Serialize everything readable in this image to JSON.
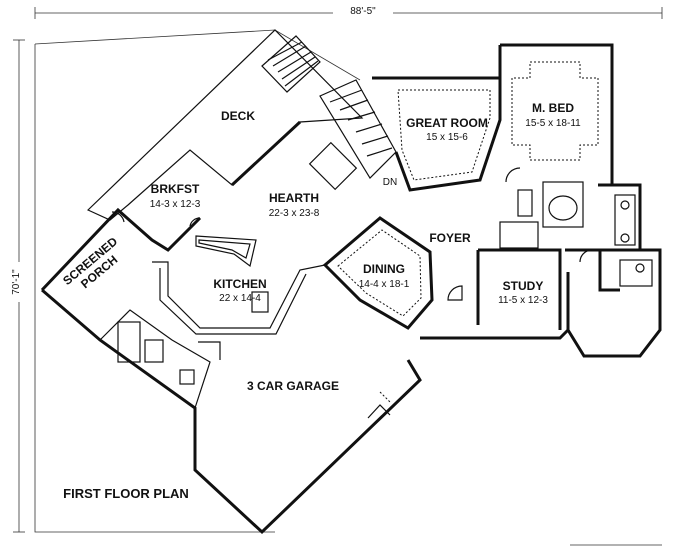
{
  "plan": {
    "title": "FIRST FLOOR PLAN",
    "overall_width": "88'-5\"",
    "overall_depth": "70'-1\""
  },
  "rooms": {
    "deck": {
      "name": "DECK"
    },
    "great_room": {
      "name": "GREAT ROOM",
      "size": "15 x 15-6"
    },
    "master_bed": {
      "name": "M. BED",
      "size": "15-5 x 18-11"
    },
    "brkfst": {
      "name": "BRKFST",
      "size": "14-3 x 12-3"
    },
    "hearth": {
      "name": "HEARTH",
      "size": "22-3 x 23-8"
    },
    "foyer": {
      "name": "FOYER"
    },
    "screened_porch": {
      "name_line1": "SCREENED",
      "name_line2": "PORCH"
    },
    "kitchen": {
      "name": "KITCHEN",
      "size": "22 x 14-4"
    },
    "dining": {
      "name": "DINING",
      "size": "14-4 x 18-1"
    },
    "study": {
      "name": "STUDY",
      "size": "11-5 x 12-3"
    },
    "garage": {
      "name": "3 CAR GARAGE"
    }
  },
  "annotations": {
    "stair_down": "DN"
  }
}
